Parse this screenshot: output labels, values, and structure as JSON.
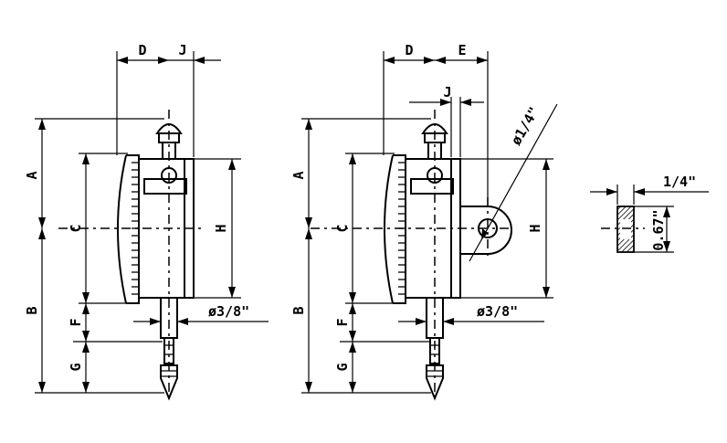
{
  "labels": {
    "A": "A",
    "B": "B",
    "C": "C",
    "D": "D",
    "E": "E",
    "F": "F",
    "G": "G",
    "H": "H",
    "J": "J",
    "stem_dia": "ø3/8\"",
    "lug_hole_dia": "ø1/4\"",
    "lug_thickness": "1/4\"",
    "lug_height": "0.67\""
  }
}
